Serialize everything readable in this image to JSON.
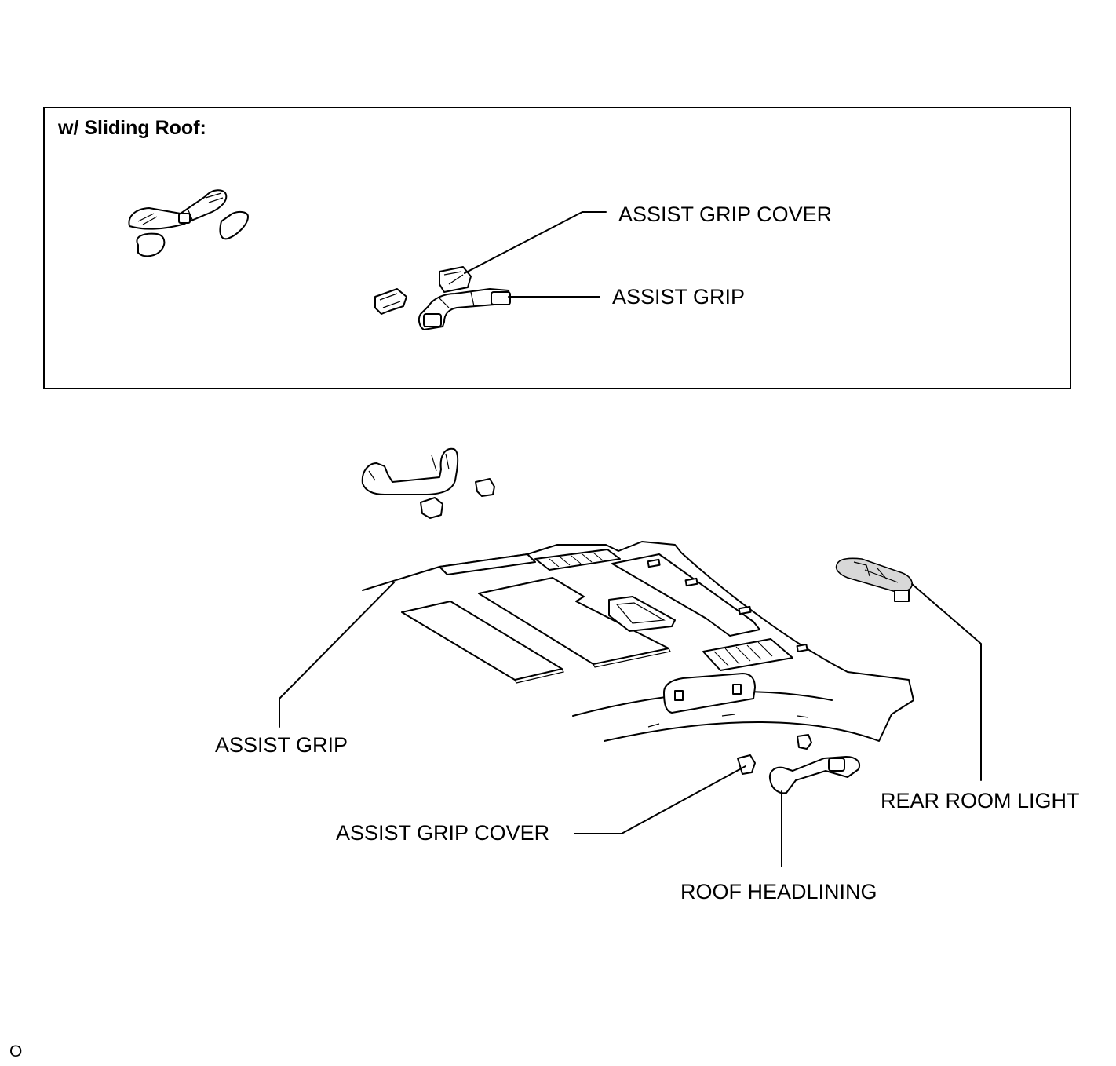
{
  "inset": {
    "title": "w/ Sliding Roof:",
    "labels": {
      "assist_grip_cover": "ASSIST GRIP COVER",
      "assist_grip": "ASSIST GRIP"
    }
  },
  "main": {
    "labels": {
      "assist_grip": "ASSIST GRIP",
      "assist_grip_cover": "ASSIST GRIP COVER",
      "roof_headlining": "ROOF HEADLINING",
      "rear_room_light": "REAR ROOM LIGHT"
    }
  },
  "figure_code": "O"
}
